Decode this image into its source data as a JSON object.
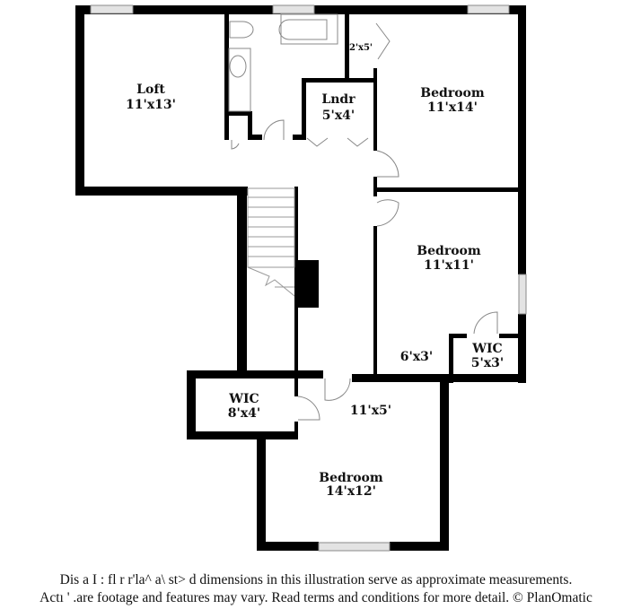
{
  "floorplan": {
    "rooms": [
      {
        "id": "loft",
        "name": "Loft",
        "dims": "11'x13'"
      },
      {
        "id": "lndr",
        "name": "Lndr",
        "dims": "5'x4'"
      },
      {
        "id": "closet-top",
        "name": "",
        "dims": "2'x5'"
      },
      {
        "id": "bedroom-ne",
        "name": "Bedroom",
        "dims": "11'x14'"
      },
      {
        "id": "bedroom-e",
        "name": "Bedroom",
        "dims": "11'x11'"
      },
      {
        "id": "alcove",
        "name": "",
        "dims": "6'x3'"
      },
      {
        "id": "wic-e",
        "name": "WIC",
        "dims": "5'x3'"
      },
      {
        "id": "wic-s",
        "name": "WIC",
        "dims": "8'x4'"
      },
      {
        "id": "bath-area",
        "name": "",
        "dims": "11'x5'"
      },
      {
        "id": "bedroom-s",
        "name": "Bedroom",
        "dims": "14'x12'"
      }
    ],
    "colors": {
      "wall": "#000000",
      "window": "#d9d9d9",
      "line": "#888888",
      "background": "#ffffff"
    }
  },
  "disclaimer": {
    "line1": "Dis  a        I  : fl   r r'la^ a\\    st>   d dimensions in this illustration serve as approximate measurements.",
    "line2": "Actı  '    .are footage and features may vary. Read terms and conditions for more detail. © PlanOmatic"
  }
}
